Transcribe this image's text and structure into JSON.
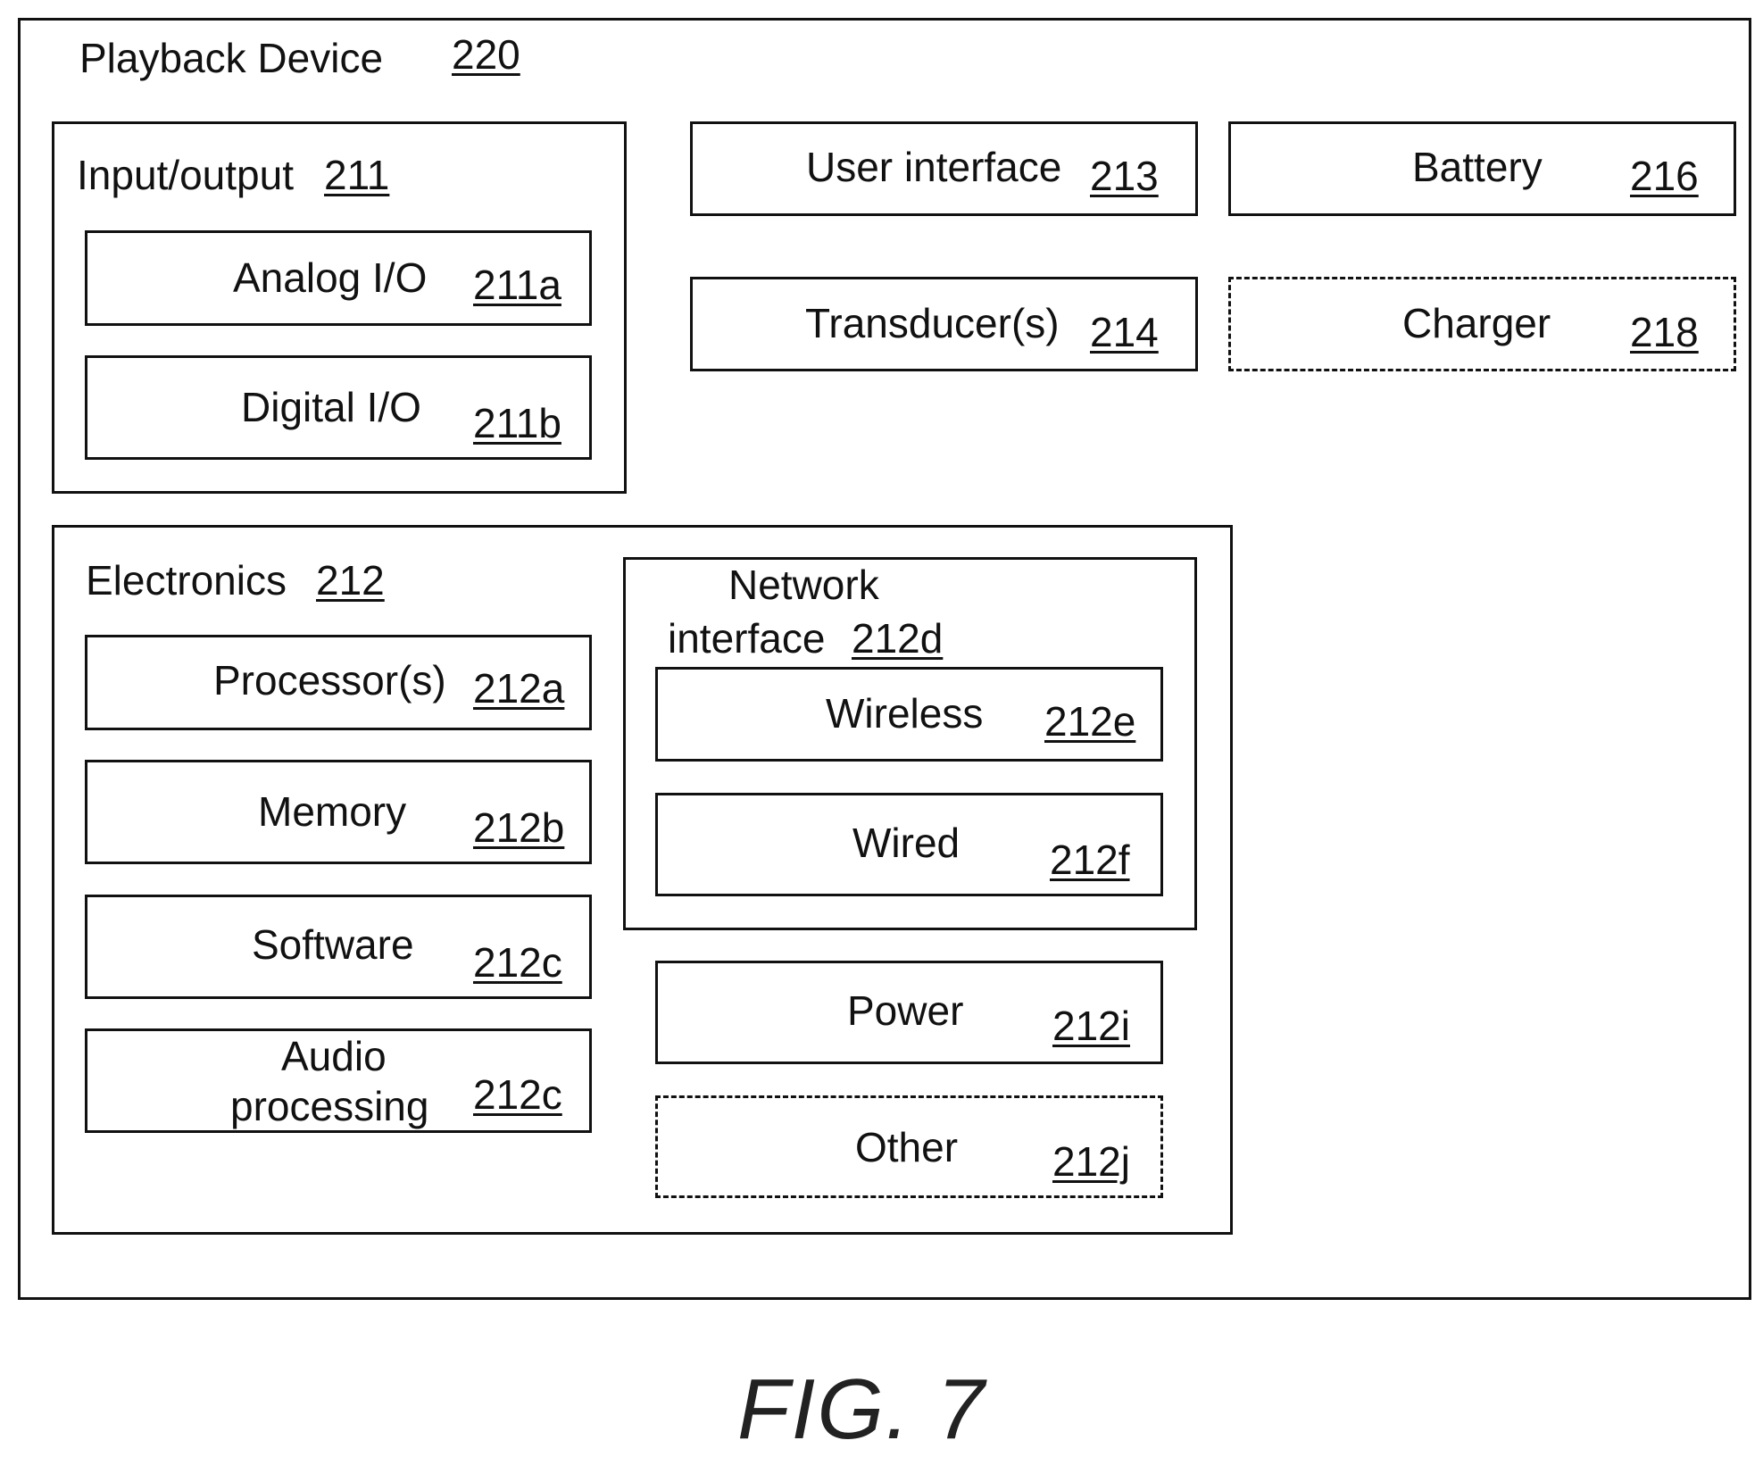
{
  "device": {
    "label": "Playback Device",
    "ref": "220"
  },
  "io": {
    "label": "Input/output",
    "ref": "211",
    "analog": {
      "label": "Analog I/O",
      "ref": "211a"
    },
    "digital": {
      "label": "Digital I/O",
      "ref": "211b"
    }
  },
  "user_interface": {
    "label": "User interface",
    "ref": "213"
  },
  "transducers": {
    "label": "Transducer(s)",
    "ref": "214"
  },
  "battery": {
    "label": "Battery",
    "ref": "216"
  },
  "charger": {
    "label": "Charger",
    "ref": "218"
  },
  "electronics": {
    "label": "Electronics",
    "ref": "212",
    "processor": {
      "label": "Processor(s)",
      "ref": "212a"
    },
    "memory": {
      "label": "Memory",
      "ref": "212b"
    },
    "software": {
      "label": "Software",
      "ref": "212c"
    },
    "audio": {
      "label_line1": "Audio",
      "label_line2": "processing",
      "ref": "212c"
    },
    "network": {
      "label_line1": "Network",
      "label_line2": "interface",
      "ref": "212d",
      "wireless": {
        "label": "Wireless",
        "ref": "212e"
      },
      "wired": {
        "label": "Wired",
        "ref": "212f"
      }
    },
    "power": {
      "label": "Power",
      "ref": "212i"
    },
    "other": {
      "label": "Other",
      "ref": "212j"
    }
  },
  "figure_label": "FIG. 7"
}
